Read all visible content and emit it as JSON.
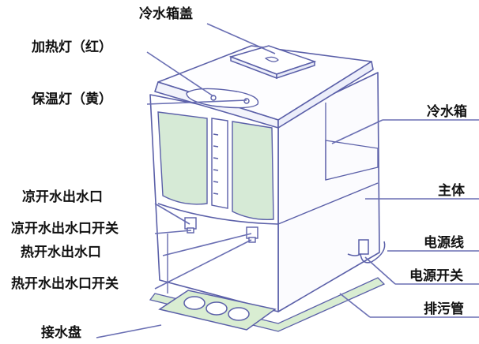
{
  "labels": {
    "cold_tank_lid": "冷水箱盖",
    "heating_light": "加热灯（红）",
    "warm_light": "保温灯（黄）",
    "cold_tank": "冷水箱",
    "main_body": "主体",
    "cold_outlet": "凉开水出水口",
    "cold_outlet_switch": "凉开水出水口开关",
    "hot_outlet": "热开水出水口",
    "hot_outlet_switch": "热开水出水口开关",
    "power_cord": "电源线",
    "power_switch": "电源开关",
    "drain_pipe": "排污管",
    "drip_tray": "接水盘"
  },
  "colors": {
    "outline": "#5a5fa8",
    "water": "#d6ead6",
    "tray": "#d9edd2",
    "body_fill": "#ffffff"
  }
}
